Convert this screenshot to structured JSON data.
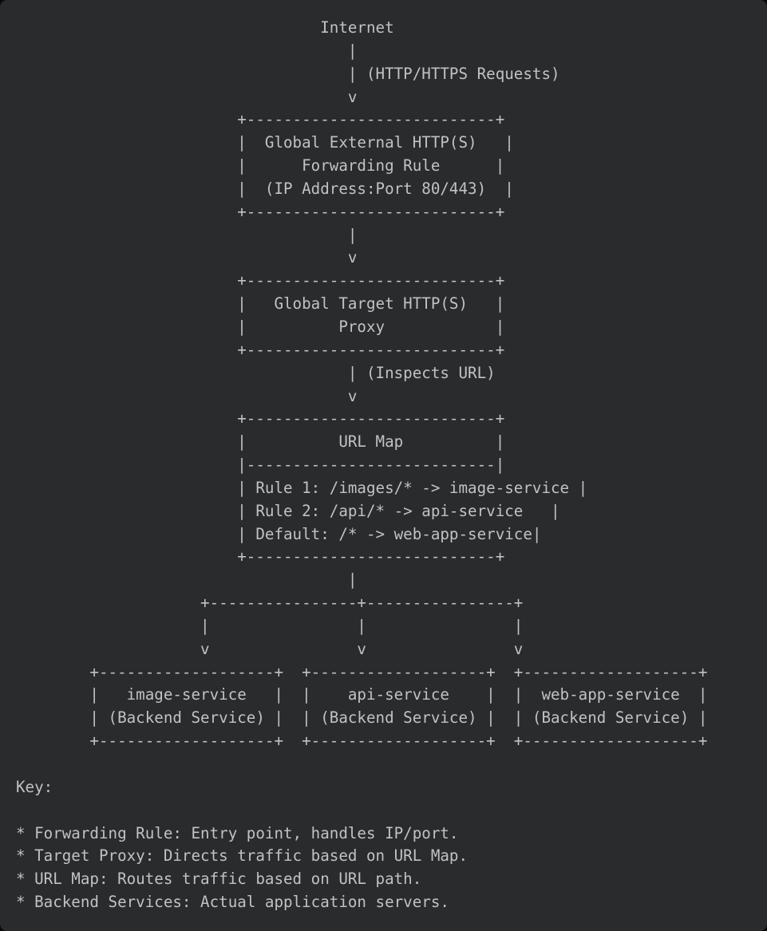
{
  "colors": {
    "panel_background": "#292b2c",
    "page_background": "#0a0a0a",
    "text": "#bfc3c4"
  },
  "diagram": {
    "lines": [
      "                                 Internet",
      "                                    |",
      "                                    | (HTTP/HTTPS Requests)",
      "                                    v",
      "                        +---------------------------+",
      "                        |  Global External HTTP(S)   |",
      "                        |      Forwarding Rule      |",
      "                        |  (IP Address:Port 80/443)  |",
      "                        +---------------------------+",
      "                                    |",
      "                                    v",
      "                        +---------------------------+",
      "                        |   Global Target HTTP(S)   |",
      "                        |          Proxy            |",
      "                        +---------------------------+",
      "                                    | (Inspects URL)",
      "                                    v",
      "                        +---------------------------+",
      "                        |          URL Map          |",
      "                        |---------------------------|",
      "                        | Rule 1: /images/* -> image-service |",
      "                        | Rule 2: /api/* -> api-service   |",
      "                        | Default: /* -> web-app-service|",
      "                        +---------------------------+",
      "                                    |",
      "                    +----------------+----------------+",
      "                    |                |                |",
      "                    v                v                v",
      "        +-------------------+  +-------------------+  +-------------------+",
      "        |   image-service   |  |    api-service    |  |  web-app-service  |",
      "        | (Backend Service) |  | (Backend Service) |  | (Backend Service) |",
      "        +-------------------+  +-------------------+  +-------------------+"
    ]
  },
  "key": {
    "heading": "Key:",
    "items": [
      "* Forwarding Rule: Entry point, handles IP/port.",
      "* Target Proxy: Directs traffic based on URL Map.",
      "* URL Map: Routes traffic based on URL path.",
      "* Backend Services: Actual application servers."
    ]
  }
}
